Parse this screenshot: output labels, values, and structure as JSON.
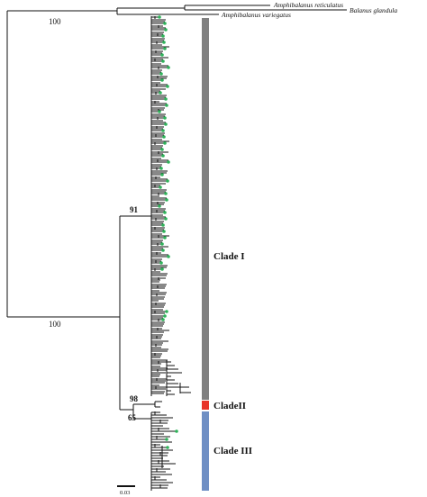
{
  "outgroups": [
    "Amphibalanus reticulatus",
    "Balanus glandula",
    "Amphibalanus variegatus"
  ],
  "support_values": [
    "100",
    "100",
    "91",
    "98",
    "65"
  ],
  "clades": [
    {
      "name": "Clade I",
      "color": "#808080"
    },
    {
      "name": "CladeII",
      "color": "#e8332a"
    },
    {
      "name": "Clade III",
      "color": "#6f8fc4"
    }
  ],
  "scale_bar": {
    "label": "0.03"
  },
  "marker_color": "#2fb35a"
}
